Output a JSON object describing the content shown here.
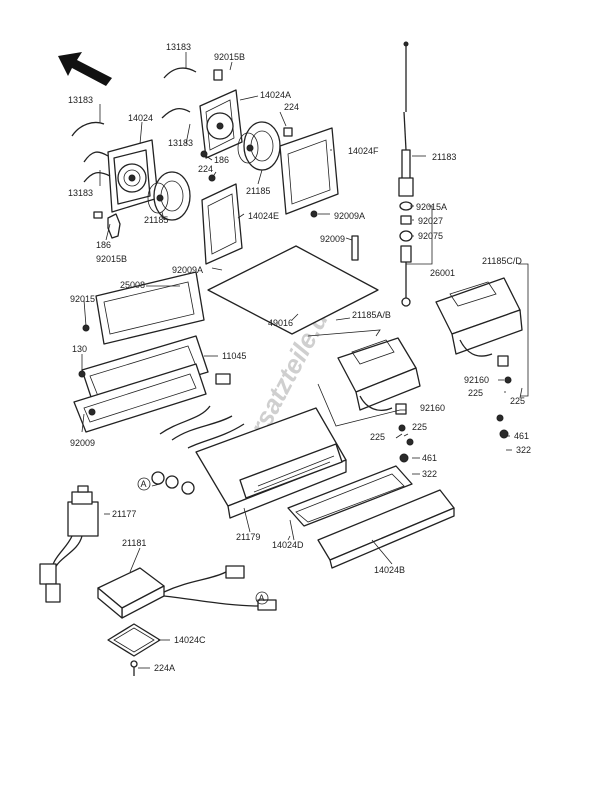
{
  "watermark": "ersatzteile.de",
  "labels": [
    {
      "id": "l-13183-a",
      "text": "13183"
    },
    {
      "id": "l-92015b-a",
      "text": "92015B"
    },
    {
      "id": "l-14024a",
      "text": "14024A"
    },
    {
      "id": "l-224-a",
      "text": "224"
    },
    {
      "id": "l-13183-b",
      "text": "13183"
    },
    {
      "id": "l-14024",
      "text": "14024"
    },
    {
      "id": "l-13183-c",
      "text": "13183"
    },
    {
      "id": "l-186-a",
      "text": "186"
    },
    {
      "id": "l-224-b",
      "text": "224"
    },
    {
      "id": "l-21185-a",
      "text": "21185"
    },
    {
      "id": "l-14024f",
      "text": "14024F"
    },
    {
      "id": "l-21183",
      "text": "21183"
    },
    {
      "id": "l-13183-d",
      "text": "13183"
    },
    {
      "id": "l-186-b",
      "text": "186"
    },
    {
      "id": "l-92015b-b",
      "text": "92015B"
    },
    {
      "id": "l-21185-b",
      "text": "21185"
    },
    {
      "id": "l-14024e",
      "text": "14024E"
    },
    {
      "id": "l-92009a-a",
      "text": "92009A"
    },
    {
      "id": "l-92015a",
      "text": "92015A"
    },
    {
      "id": "l-92027",
      "text": "92027"
    },
    {
      "id": "l-92075",
      "text": "92075"
    },
    {
      "id": "l-92009-a",
      "text": "92009"
    },
    {
      "id": "l-92009a-b",
      "text": "92009A"
    },
    {
      "id": "l-26001",
      "text": "26001"
    },
    {
      "id": "l-21185cd",
      "text": "21185C/D"
    },
    {
      "id": "l-25008",
      "text": "25008"
    },
    {
      "id": "l-92015",
      "text": "92015"
    },
    {
      "id": "l-49016",
      "text": "49016"
    },
    {
      "id": "l-21185ab",
      "text": "21185A/B"
    },
    {
      "id": "l-130",
      "text": "130"
    },
    {
      "id": "l-11045",
      "text": "11045"
    },
    {
      "id": "l-92160-a",
      "text": "92160"
    },
    {
      "id": "l-225-a",
      "text": "225"
    },
    {
      "id": "l-225-b",
      "text": "225"
    },
    {
      "id": "l-92160-b",
      "text": "92160"
    },
    {
      "id": "l-92009-b",
      "text": "92009"
    },
    {
      "id": "l-225-c",
      "text": "225"
    },
    {
      "id": "l-225-d",
      "text": "225"
    },
    {
      "id": "l-461-a",
      "text": "461"
    },
    {
      "id": "l-461-b",
      "text": "461"
    },
    {
      "id": "l-322-a",
      "text": "322"
    },
    {
      "id": "l-322-b",
      "text": "322"
    },
    {
      "id": "l-a-1",
      "text": "A"
    },
    {
      "id": "l-a-2",
      "text": "A"
    },
    {
      "id": "l-21177",
      "text": "21177"
    },
    {
      "id": "l-21179",
      "text": "21179"
    },
    {
      "id": "l-21181",
      "text": "21181"
    },
    {
      "id": "l-14024d",
      "text": "14024D"
    },
    {
      "id": "l-14024b",
      "text": "14024B"
    },
    {
      "id": "l-14024c",
      "text": "14024C"
    },
    {
      "id": "l-224a",
      "text": "224A"
    }
  ]
}
